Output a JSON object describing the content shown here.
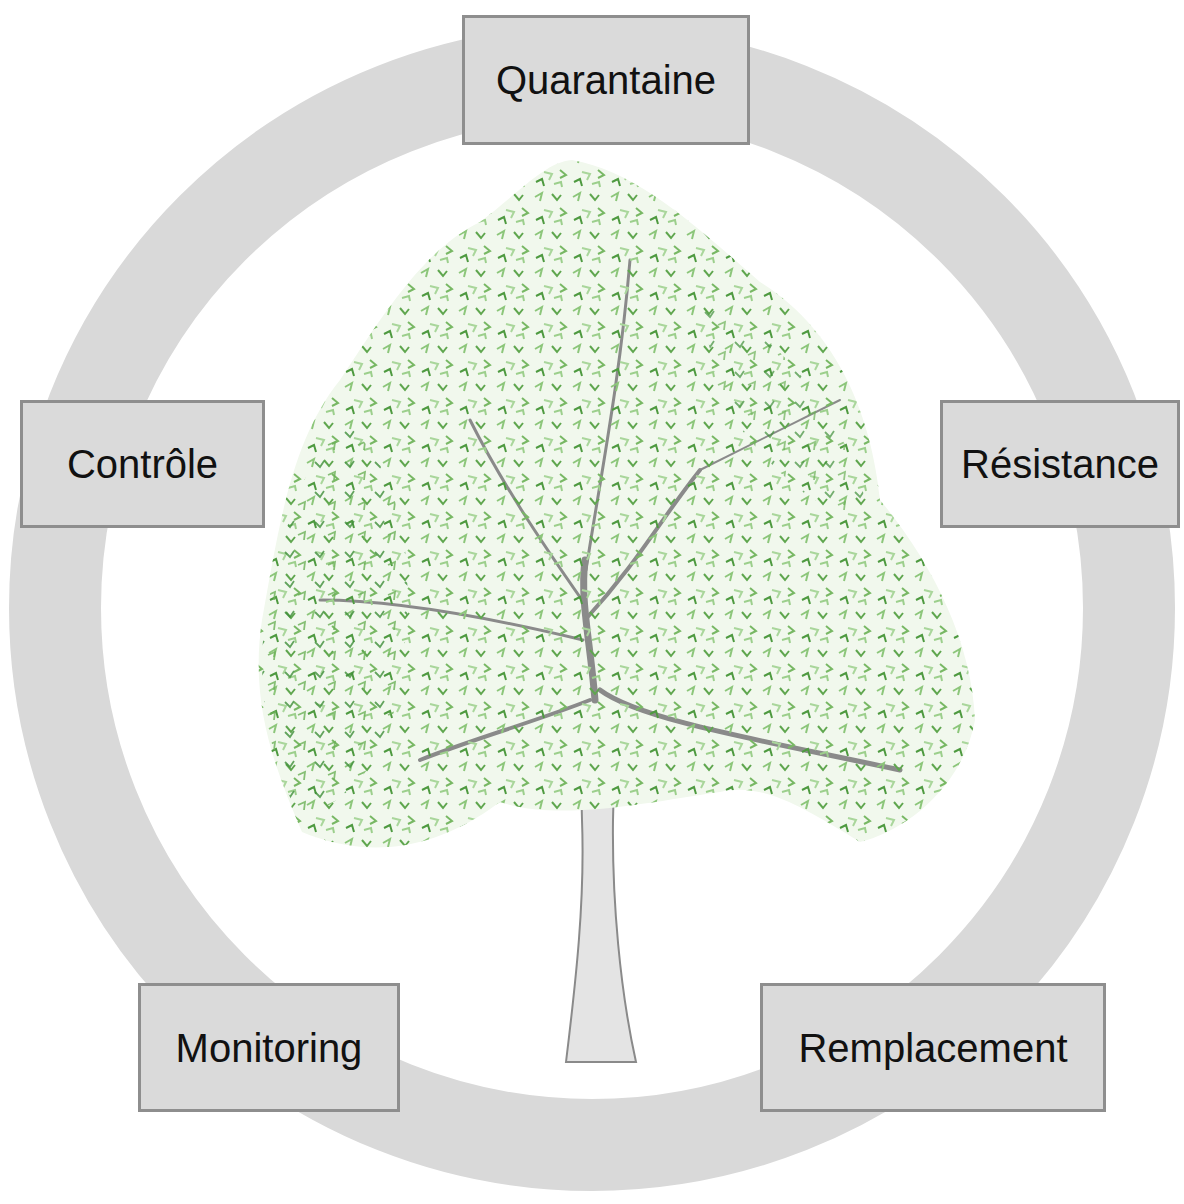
{
  "diagram": {
    "nodes": [
      {
        "text": [
          "Quarantaine"
        ]
      },
      {
        "text": [
          "Contrôle"
        ]
      },
      {
        "text": [
          "Résistance"
        ]
      },
      {
        "text": [
          "Monitoring"
        ]
      },
      {
        "text": [
          "Remplacement"
        ]
      }
    ]
  }
}
